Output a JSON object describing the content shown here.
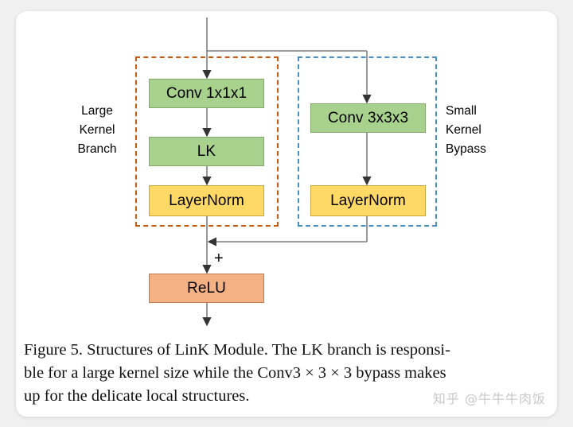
{
  "figure": {
    "nodes": {
      "conv1": "Conv 1x1x1",
      "lk": "LK",
      "layernorm_left": "LayerNorm",
      "conv3": "Conv 3x3x3",
      "layernorm_right": "LayerNorm",
      "relu": "ReLU"
    },
    "labels": {
      "left_branch": "Large\nKernel\nBranch",
      "right_branch": "Small\nKernel\nBypass",
      "sum_operator": "+"
    },
    "colors": {
      "green_fill": "#a9d18e",
      "yellow_fill": "#ffd966",
      "peach_fill": "#f4b183",
      "left_frame_border": "#c55a11",
      "right_frame_border": "#4a90c4",
      "wire": "#7f7f7f",
      "card_background": "#ffffff",
      "page_background": "#f0f0f0"
    }
  },
  "caption": {
    "line1": "Figure 5. Structures of LinK Module. The LK branch is responsi-",
    "line2": "ble for a large kernel size while the Conv3 × 3 × 3 bypass makes",
    "line3": "up for the delicate local structures."
  },
  "watermark": {
    "text": "知乎 @牛牛牛肉饭"
  }
}
